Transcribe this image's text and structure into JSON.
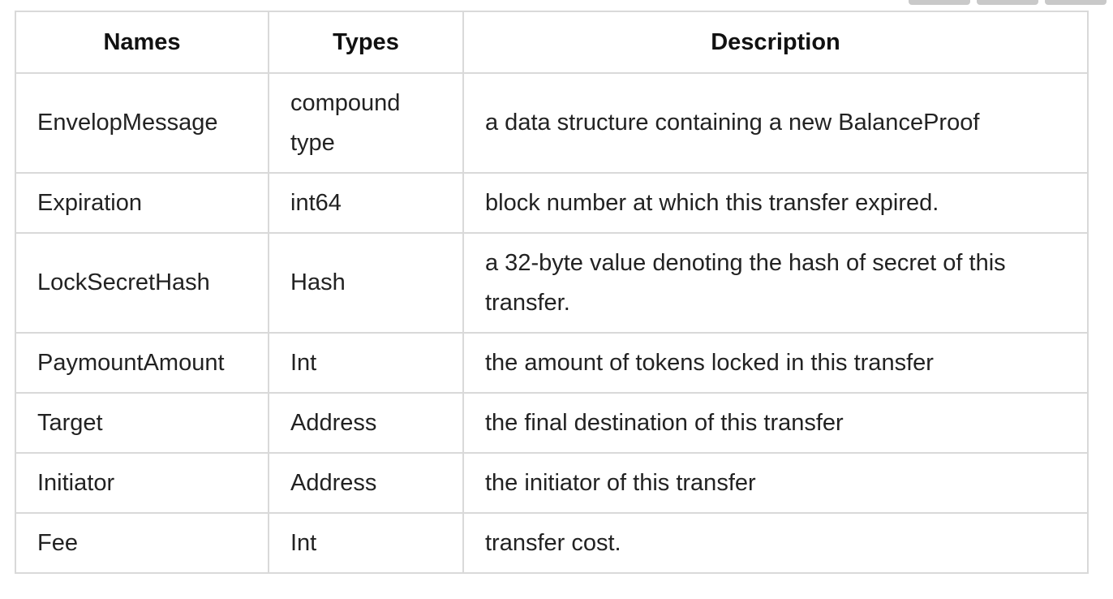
{
  "table": {
    "headers": [
      "Names",
      "Types",
      "Description"
    ],
    "rows": [
      {
        "name": "EnvelopMessage",
        "type": "compound type",
        "description": "a data structure containing a new BalanceProof"
      },
      {
        "name": "Expiration",
        "type": "int64",
        "description": "block number at which this transfer expired."
      },
      {
        "name": "LockSecretHash",
        "type": "Hash",
        "description": "a 32-byte value denoting the hash of secret of this transfer."
      },
      {
        "name": "PaymountAmount",
        "type": "Int",
        "description": "the amount of tokens locked in this transfer"
      },
      {
        "name": "Target",
        "type": "Address",
        "description": "the final destination of this transfer"
      },
      {
        "name": "Initiator",
        "type": "Address",
        "description": "the initiator of this transfer"
      },
      {
        "name": "Fee",
        "type": "Int",
        "description": "transfer cost."
      }
    ]
  }
}
